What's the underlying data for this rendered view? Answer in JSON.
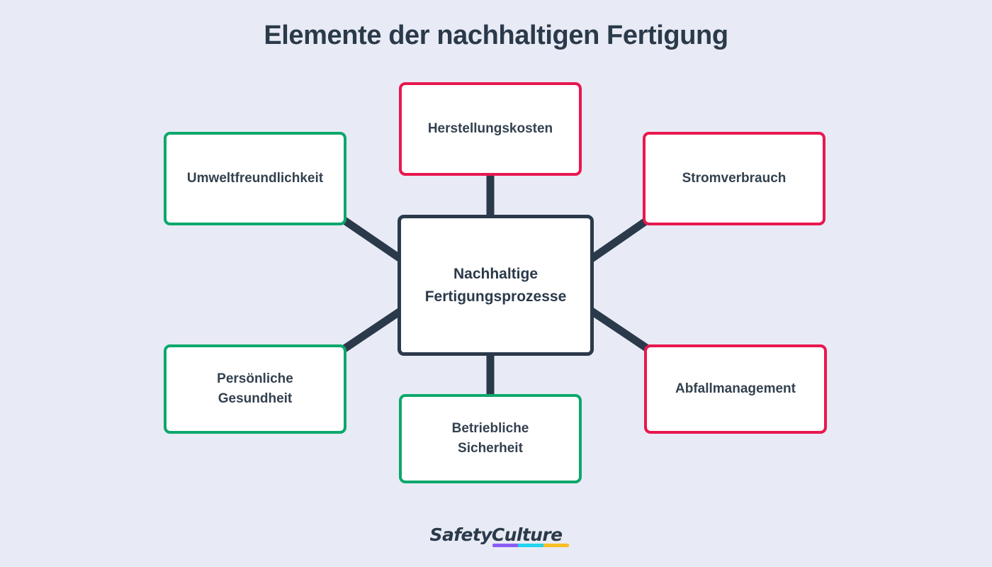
{
  "title": "Elemente der nachhaltigen Fertigung",
  "colors": {
    "background": "#e8ebf5",
    "title_text": "#2b3a4a",
    "node_text": "#33414f",
    "connector": "#2b3a4a",
    "pink_border": "#e8184f",
    "green_border": "#0ca86c",
    "center_border": "#2b3a4a",
    "node_fill": "#ffffff",
    "logo_purple": "#8b5cf6",
    "logo_cyan": "#22d3ee",
    "logo_yellow": "#fbbf24"
  },
  "diagram": {
    "center": {
      "label": "Nachhaltige Fertigungsprozesse",
      "line1": "Nachhaltige",
      "line2": "Fertigungsprozesse",
      "accent": "#2b3a4a"
    },
    "nodes": [
      {
        "id": "top",
        "label": "Herstellungskosten",
        "accent": "#e8184f",
        "position": "top"
      },
      {
        "id": "left-1",
        "label": "Umweltfreundlichkeit",
        "accent": "#0ca86c",
        "position": "upper-left"
      },
      {
        "id": "right-1",
        "label": "Stromverbrauch",
        "accent": "#e8184f",
        "position": "upper-right"
      },
      {
        "id": "left-2",
        "label": "Persönliche Gesundheit",
        "accent": "#0ca86c",
        "position": "lower-left",
        "line1": "Persönliche",
        "line2": "Gesundheit"
      },
      {
        "id": "right-2",
        "label": "Abfallmanagement",
        "accent": "#e8184f",
        "position": "lower-right"
      },
      {
        "id": "bottom",
        "label": "Betriebliche Sicherheit",
        "accent": "#0ca86c",
        "position": "bottom",
        "line1": "Betriebliche",
        "line2": "Sicherheit"
      }
    ]
  },
  "logo": {
    "part1": "Safety",
    "part2": "Culture",
    "full": "SafetyCulture"
  }
}
